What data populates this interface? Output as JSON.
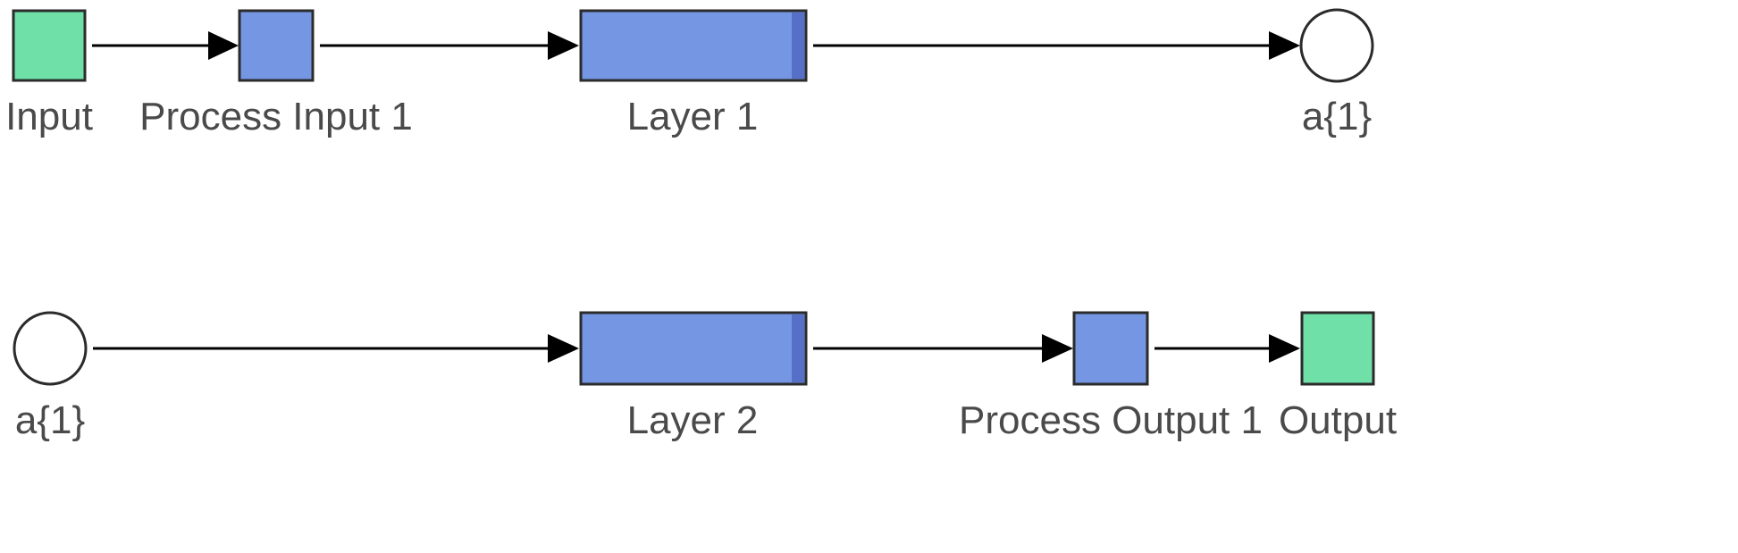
{
  "colors": {
    "io_block": "#6FE0A8",
    "process_block": "#7596E3",
    "block_border": "#2b2b2b",
    "block_shadow": "#4a5fa8",
    "port_fill": "#ffffff",
    "edge": "#000000",
    "label": "#4a4a4a"
  },
  "row1": {
    "input_label": "Input",
    "process_input_label": "Process Input 1",
    "layer_label": "Layer 1",
    "port_label": "a{1}"
  },
  "row2": {
    "port_label": "a{1}",
    "layer_label": "Layer 2",
    "process_output_label": "Process Output 1",
    "output_label": "Output"
  }
}
